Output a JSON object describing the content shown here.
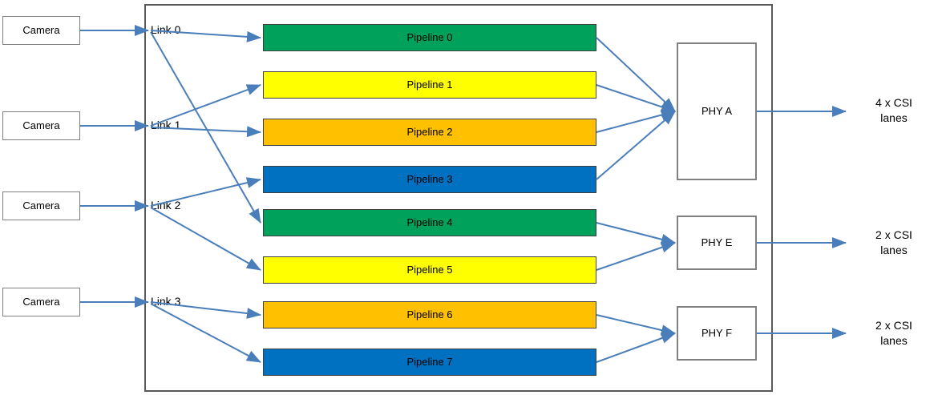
{
  "diagram": {
    "title": "Camera link to pipeline to PHY routing diagram",
    "colors": {
      "green": "#00A15A",
      "yellow": "#FFFF00",
      "orange": "#FFC000",
      "blue": "#0070C0",
      "wire": "#4A7EBB",
      "frame": "#595959",
      "box_border": "#808080"
    }
  },
  "cameras": [
    {
      "label": "Camera"
    },
    {
      "label": "Camera"
    },
    {
      "label": "Camera"
    },
    {
      "label": "Camera"
    }
  ],
  "links": [
    {
      "label": "Link 0"
    },
    {
      "label": "Link 1"
    },
    {
      "label": "Link 2"
    },
    {
      "label": "Link 3"
    }
  ],
  "pipelines": [
    {
      "label": "Pipeline 0",
      "color": "#00A15A"
    },
    {
      "label": "Pipeline 1",
      "color": "#FFFF00"
    },
    {
      "label": "Pipeline 2",
      "color": "#FFC000"
    },
    {
      "label": "Pipeline 3",
      "color": "#0070C0"
    },
    {
      "label": "Pipeline 4",
      "color": "#00A15A"
    },
    {
      "label": "Pipeline 5",
      "color": "#FFFF00"
    },
    {
      "label": "Pipeline 6",
      "color": "#FFC000"
    },
    {
      "label": "Pipeline 7",
      "color": "#0070C0"
    }
  ],
  "phys": [
    {
      "label": "PHY A",
      "output": "4 x CSI\nlanes"
    },
    {
      "label": "PHY E",
      "output": "2 x CSI\nlanes"
    },
    {
      "label": "PHY F",
      "output": "2 x CSI\nlanes"
    }
  ],
  "outputs": [
    {
      "label": "4 x CSI\nlanes"
    },
    {
      "label": "2 x CSI\nlanes"
    },
    {
      "label": "2 x CSI\nlanes"
    }
  ]
}
